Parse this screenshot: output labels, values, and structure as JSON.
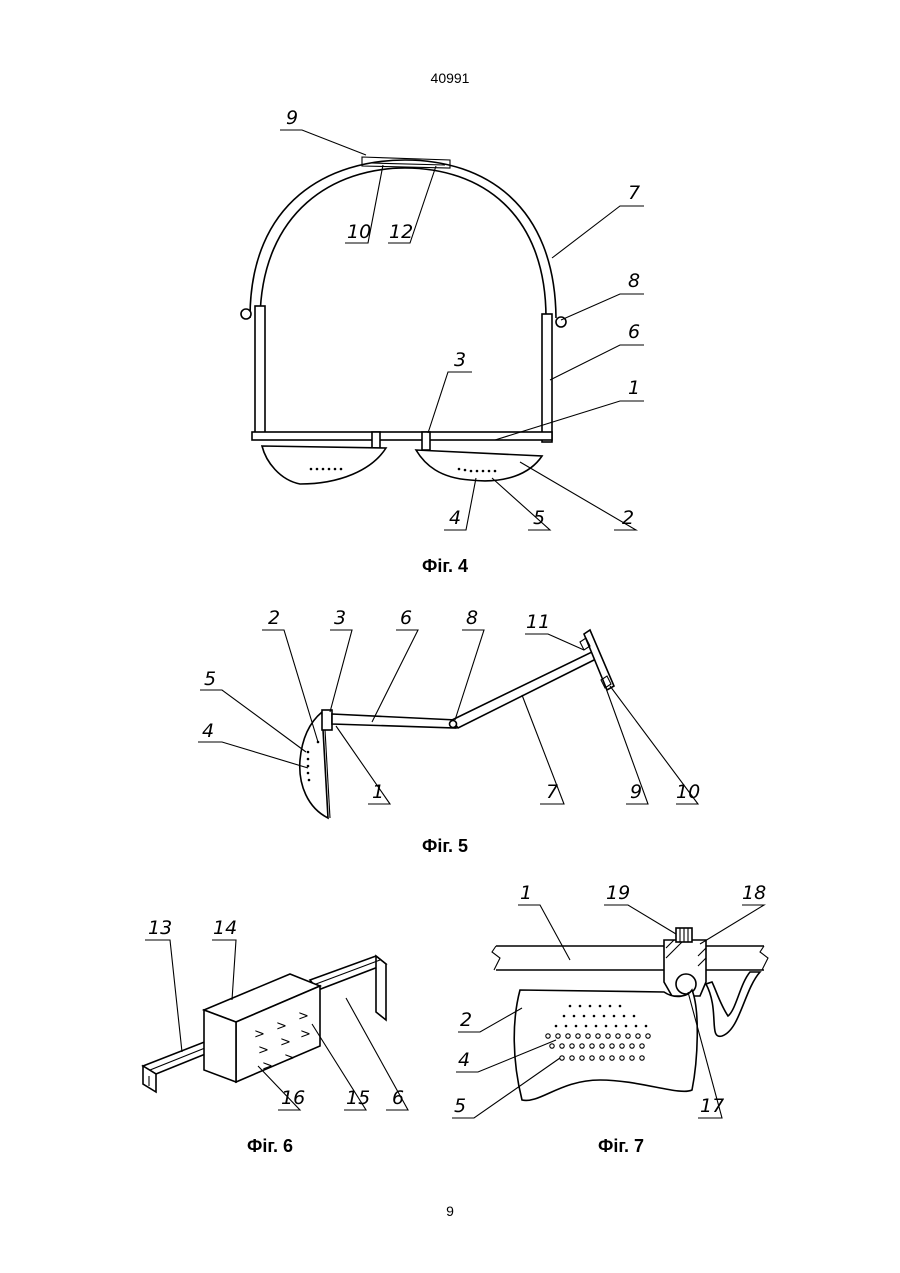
{
  "header": {
    "doc_number": "40991"
  },
  "footer": {
    "page_number": "9"
  },
  "figures": [
    {
      "caption": "Фіг. 4",
      "labels": [
        "9",
        "10",
        "12",
        "7",
        "8",
        "6",
        "3",
        "1",
        "2",
        "4",
        "5"
      ]
    },
    {
      "caption": "Фіг. 5",
      "labels": [
        "2",
        "3",
        "6",
        "8",
        "11",
        "5",
        "4",
        "1",
        "7",
        "9",
        "10"
      ]
    },
    {
      "caption": "Фіг. 6",
      "labels": [
        "13",
        "14",
        "16",
        "15",
        "6"
      ]
    },
    {
      "caption": "Фіг. 7",
      "labels": [
        "1",
        "19",
        "18",
        "2",
        "4",
        "5",
        "17"
      ]
    }
  ]
}
